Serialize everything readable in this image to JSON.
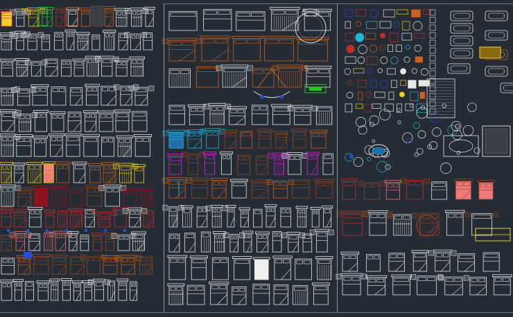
{
  "drawing": {
    "background": "#262c36",
    "divider_color": "#8d939c",
    "line_color": "#e8e8e8",
    "accent_colors": {
      "orange": "#c8641e",
      "red": "#c03028",
      "yellow": "#f0d020",
      "green": "#28c828",
      "blue": "#2050d0",
      "magenta": "#e020e0",
      "salmon": "#f07878",
      "brown": "#8a4a24",
      "maroon": "#8c1420",
      "cyan": "#20b8d8"
    },
    "panels": [
      {
        "name": "left-panel",
        "content": "bed-blocks"
      },
      {
        "name": "middle-panel",
        "content": "bed-blocks"
      },
      {
        "name": "right-panel",
        "content": "furniture-and-bed-blocks"
      }
    ]
  }
}
